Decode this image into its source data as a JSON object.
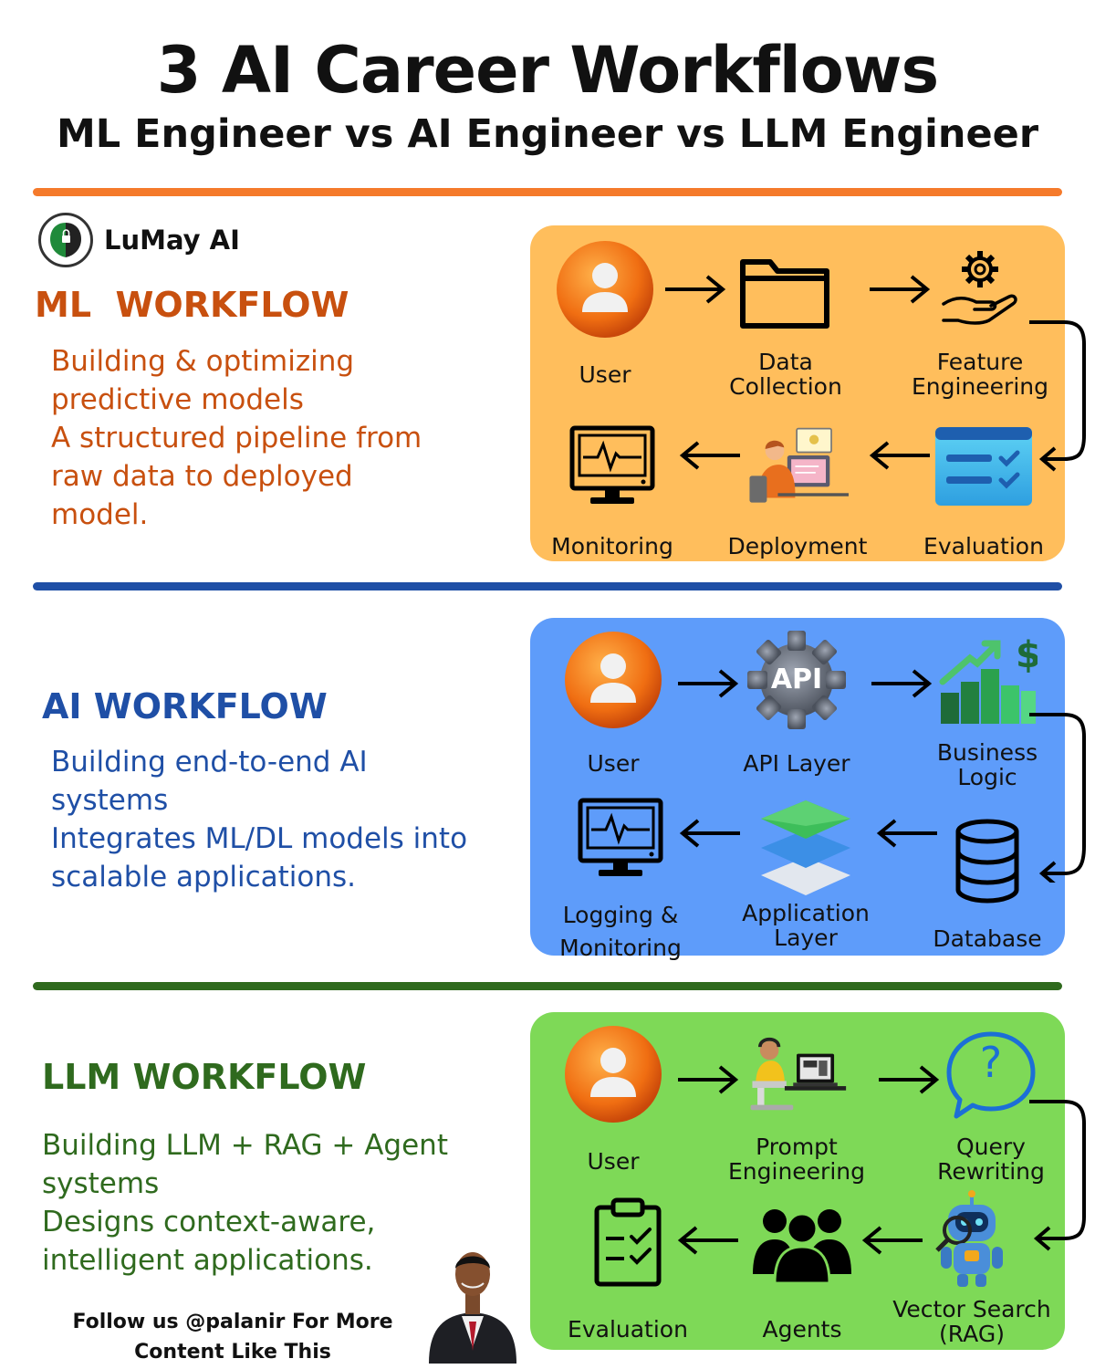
{
  "title": "3 AI Career Workflows",
  "subtitle": "ML Engineer vs AI Engineer vs LLM Engineer",
  "brand": {
    "name": "LuMay AI"
  },
  "colors": {
    "ml_divider": "#F57A2B",
    "ai_divider": "#1F4FA6",
    "llm_divider": "#2F6A1E",
    "ml_panel": "#FFBE5C",
    "ai_panel": "#5E9CFA",
    "llm_panel": "#7ED957",
    "ml_text": "#C8500F",
    "ai_text": "#1F4FA6",
    "llm_text": "#2F6A1E"
  },
  "ml": {
    "heading": "ML  WORKFLOW",
    "desc": [
      "Building & optimizing",
      "predictive models",
      "A structured pipeline from",
      "raw data to deployed",
      "model."
    ],
    "steps": [
      {
        "label": "User",
        "icon": "user-avatar-icon"
      },
      {
        "label": "Data Collection",
        "icon": "folder-icon"
      },
      {
        "label": "Feature Engineering",
        "icon": "gear-hand-icon"
      },
      {
        "label": "Evaluation",
        "icon": "checklist-window-icon"
      },
      {
        "label": "Deployment",
        "icon": "developer-at-desk-icon"
      },
      {
        "label": "Monitoring",
        "icon": "monitor-pulse-icon"
      }
    ]
  },
  "ai": {
    "heading": "AI WORKFLOW",
    "desc": [
      "Building end-to-end AI",
      "systems",
      "Integrates ML/DL models into",
      "scalable applications."
    ],
    "api_badge": "API",
    "steps": [
      {
        "label": "User",
        "icon": "user-avatar-icon"
      },
      {
        "label": "API Layer",
        "icon": "api-gear-icon"
      },
      {
        "label": "Business Logic",
        "icon": "growth-chart-icon"
      },
      {
        "label": "Database",
        "icon": "database-icon"
      },
      {
        "label": "Application Layer",
        "icon": "layers-icon"
      },
      {
        "label": "Logging & Monitoring",
        "icon": "monitor-pulse-icon"
      }
    ]
  },
  "llm": {
    "heading": "LLM WORKFLOW",
    "desc": [
      "Building LLM + RAG + Agent",
      "systems",
      "Designs context-aware,",
      "intelligent applications."
    ],
    "question_mark": "?",
    "steps": [
      {
        "label": "User",
        "icon": "user-avatar-icon"
      },
      {
        "label": "Prompt Engineering",
        "icon": "operator-at-computer-icon"
      },
      {
        "label": "Query Rewriting",
        "icon": "question-bubble-icon"
      },
      {
        "label": "Vector Search (RAG)",
        "icon": "search-robot-icon"
      },
      {
        "label": "Agents",
        "icon": "people-group-icon"
      },
      {
        "label": "Evaluation",
        "icon": "clipboard-check-icon"
      }
    ]
  },
  "footer": {
    "line1": "Follow us @palanir For More",
    "line2": "Content Like This"
  }
}
